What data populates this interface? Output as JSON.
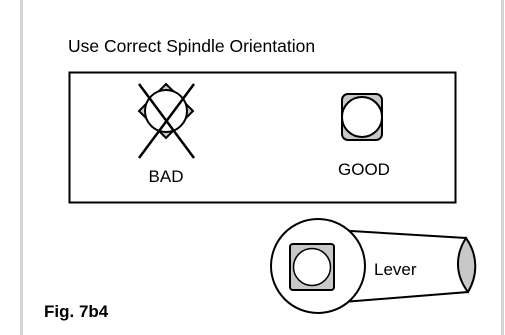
{
  "diagram": {
    "title": "Use Correct Spindle Orientation",
    "bad_label": "BAD",
    "good_label": "GOOD",
    "lever_label": "Lever",
    "figure_label": "Fig. 7b4"
  }
}
